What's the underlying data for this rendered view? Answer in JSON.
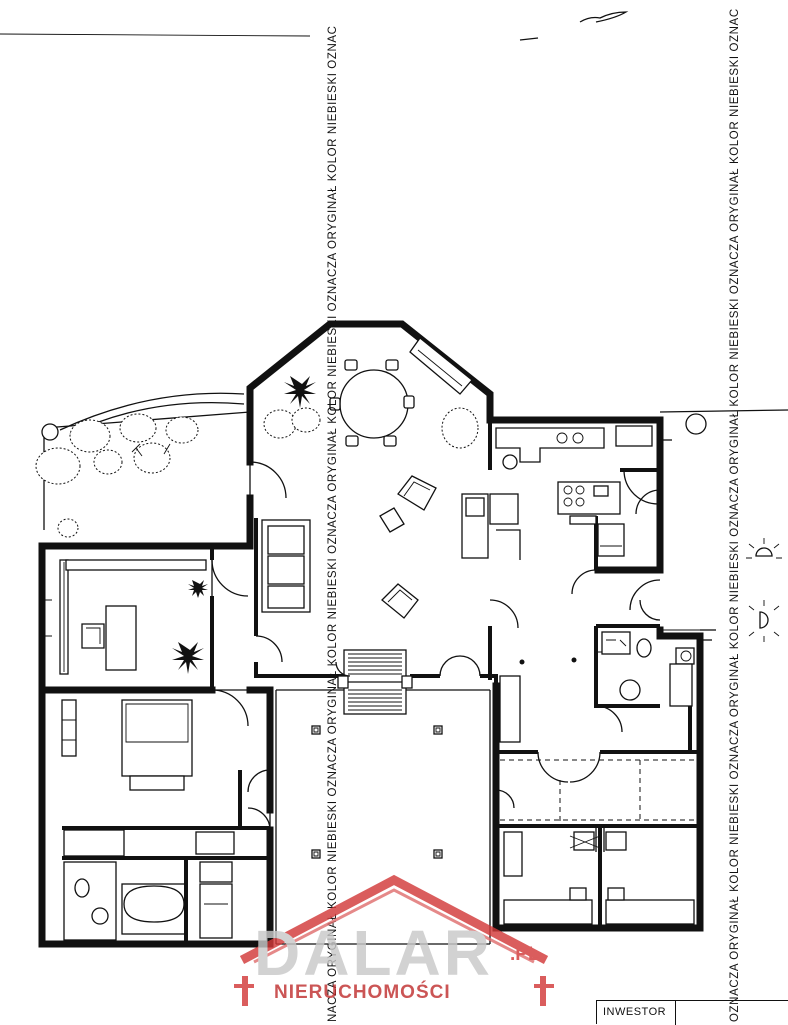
{
  "stamp": {
    "left_text": "NACZA ORYGINAŁ KOLOR NIEBIESKI OZNACZA ORYGINAŁ KOLOR NIEBIESKI OZNACZA ORYGINAŁ KOLOR NIEBIESKI OZNACZA ORYGINAŁ KOLOR NIEBIESKI OZNAC",
    "right_text": "OZNACZA ORYGINAŁ KOLOR NIEBIESKI OZNACZA ORYGINAŁ KOLOR NIEBIESKI OZNACZA ORYGINAŁ KOLOR NIEBIESKI OZNACZA ORYGINAŁ KOLOR NIEBIESKI OZNAC"
  },
  "watermark": {
    "brand": "DALAR",
    "suffix": ".PL",
    "subtitle": "NIERUCHOMOŚCI",
    "colors": {
      "brand": "#c9c9c9",
      "accent": "#d23a3a"
    }
  },
  "title_block": {
    "investor_label": "INWESTOR"
  }
}
